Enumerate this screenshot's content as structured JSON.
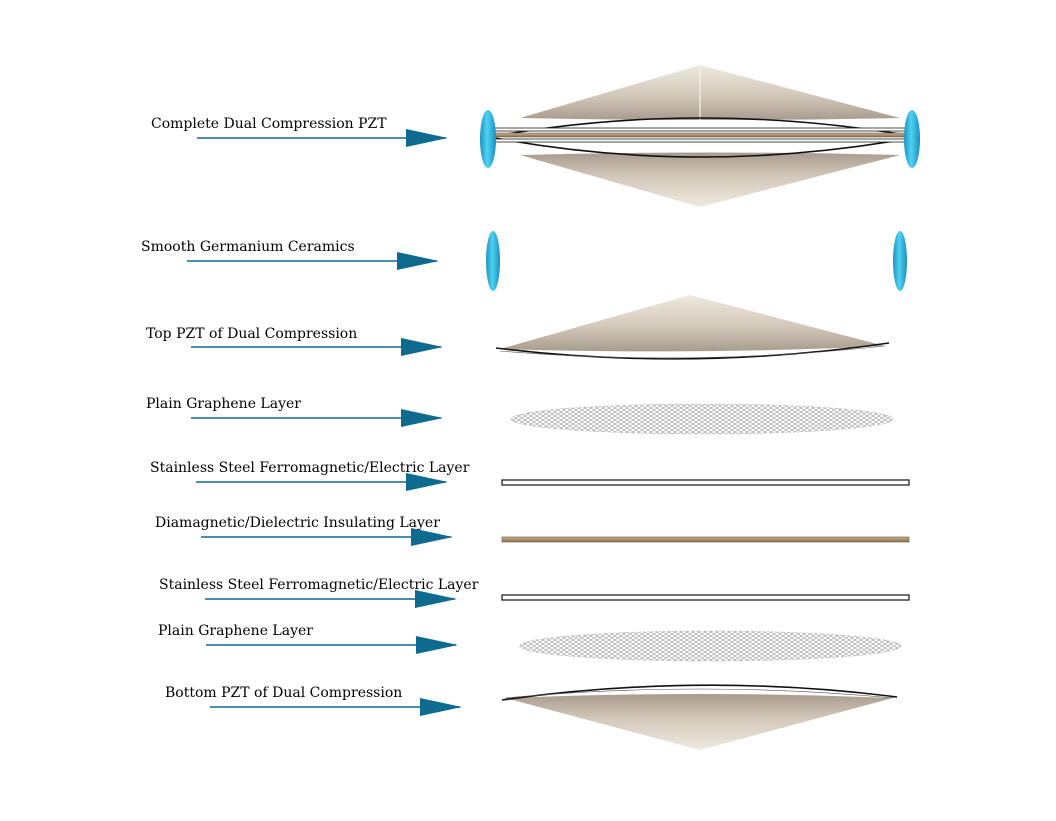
{
  "labels": {
    "complete": "Complete Dual Compression PZT",
    "ceramics": "Smooth Germanium Ceramics",
    "top_pzt": "Top PZT of Dual Compression",
    "graphene_top": "Plain Graphene Layer",
    "steel_top": "Stainless Steel Ferromagnetic/Electric Layer",
    "insulator": "Diamagnetic/Dielectric Insulating Layer",
    "steel_bottom": "Stainless Steel Ferromagnetic/Electric Layer",
    "graphene_bottom": "Plain Graphene Layer",
    "bottom_pzt": "Bottom PZT of Dual Compression"
  },
  "colors": {
    "arrow": "#0e6a8e",
    "ceramic": "#39c2e8",
    "pzt": "#d8cfc2",
    "insulator": "#b29a7a",
    "outline": "#111111"
  }
}
